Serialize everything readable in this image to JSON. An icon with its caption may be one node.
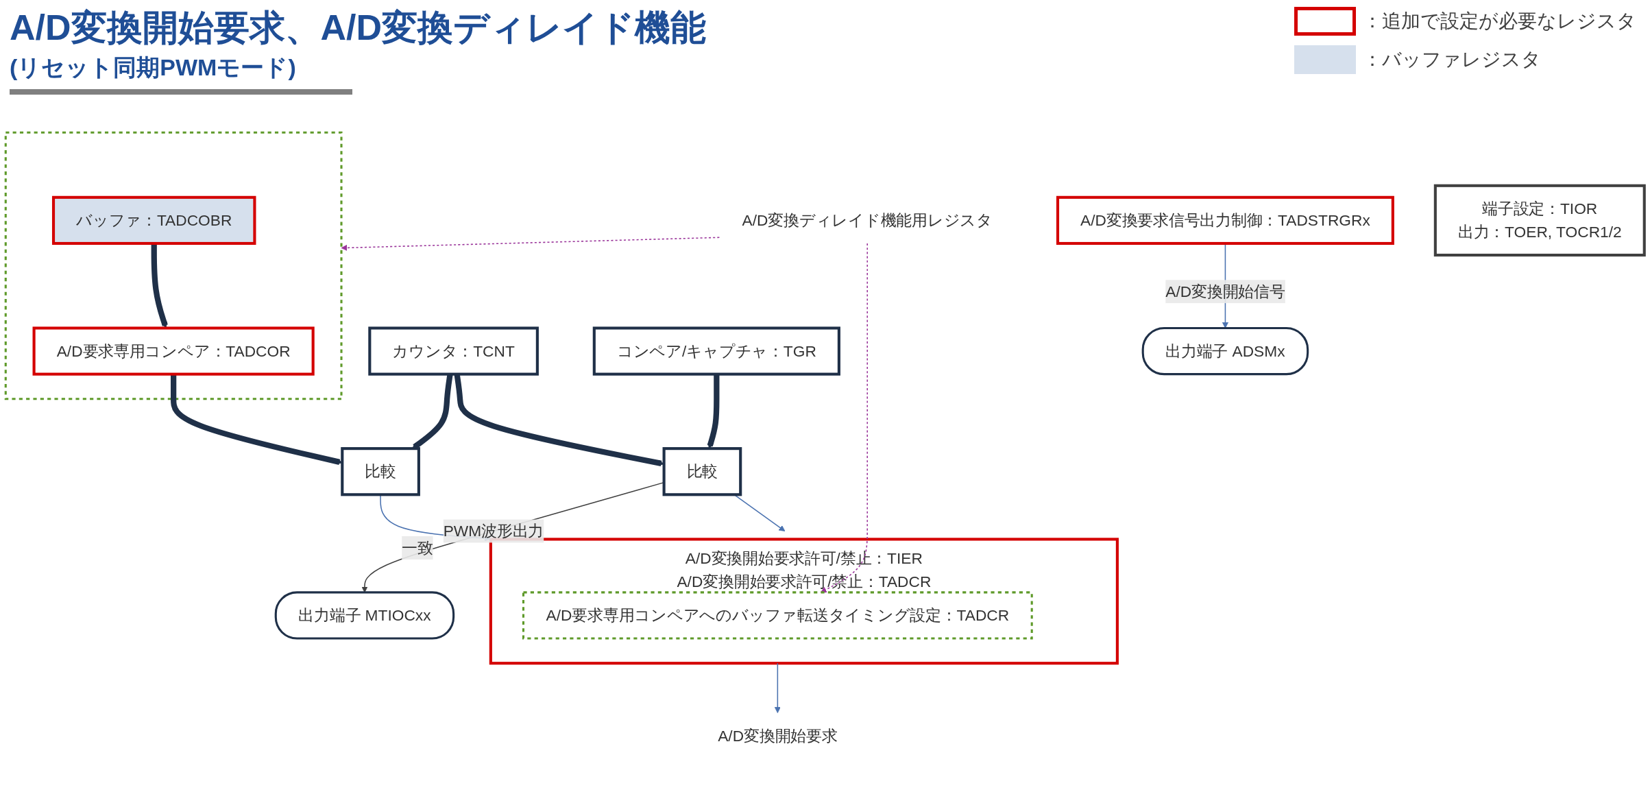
{
  "diagram": {
    "title": "A/D変換開始要求、A/D変換ディレイド機能",
    "nodes": [
      {
        "text": [
          "カウンタ：TCNT"
        ]
      },
      {
        "text": [
          "比較"
        ]
      },
      {
        "text": [
          "比較"
        ]
      },
      {
        "text": [
          "端子設定：TIOR",
          "出力：TOER, TOCR1/2"
        ]
      },
      {
        "text": [
          "出力端子 MTIOCxx"
        ]
      },
      {
        "text": [],
        "shape": "box"
      },
      {
        "text": [
          "A/D要求専用コンペア：TADCOR"
        ],
        "in": 5
      },
      {
        "text": [
          "バッファ：TADCOBR"
        ],
        "in": 5
      },
      {
        "text": [
          "コンペア/キャプチャ：TGR"
        ]
      },
      {
        "text": [
          "A/D変換ディレイド機能用レジスタ"
        ]
      },
      {
        "text": [
          "A/D変換開始要求許可/禁止：TIER",
          "A/D変換開始要求許可/禁止：TADCR"
        ]
      },
      {
        "text": [
          "A/D要求専用コンペアへのバッファ転送タイミング設定：TADCR"
        ],
        "in": 10
      },
      {
        "text": [
          "A/D変換開始要求"
        ]
      },
      {
        "text": [
          "A/D変換要求信号出力制御：TADSTRGRx"
        ]
      },
      {
        "text": [
          "出力端子 ADSMx"
        ]
      }
    ],
    "edges": [
      {
        "from": 0,
        "to": 1,
        "arrow": "to",
        "style": "thick",
        "color": "#1f3048"
      },
      {
        "from": 0,
        "to": 2,
        "arrow": "to",
        "style": "thick",
        "color": "#1f3048"
      },
      {
        "from": 6,
        "to": 1,
        "arrow": "to",
        "style": "thick",
        "color": "#1f3048"
      },
      {
        "from": 7,
        "to": 6,
        "arrow": "to",
        "style": "thick",
        "color": "#1f3048"
      },
      {
        "from": 8,
        "to": 2,
        "arrow": "to",
        "style": "thick",
        "color": "#1f3048"
      },
      {
        "from": 1,
        "to": 10,
        "arrow": "to",
        "label": "一致",
        "color": "#4a72b0"
      },
      {
        "from": 2,
        "to": 10,
        "arrow": "to",
        "color": "#4a72b0"
      },
      {
        "from": 2,
        "to": 4,
        "arrow": "to",
        "label": "PWM波形出力",
        "color": "#404040"
      },
      {
        "from": 9,
        "to": 5,
        "arrow": "to",
        "style": "dashed",
        "color": "#993399"
      },
      {
        "from": 9,
        "to": 11,
        "arrow": "to",
        "style": "dashed",
        "color": "#993399"
      },
      {
        "from": 10,
        "to": 12,
        "arrow": "to",
        "color": "#4a72b0"
      },
      {
        "from": 13,
        "to": 14,
        "arrow": "to",
        "label": "A/D変換開始信号",
        "color": "#4a72b0"
      }
    ],
    "labels": [
      "(リセット同期PWMモード)"
    ],
    "legend": [
      {
        "text": "：追加で設定が必要なレジスタ"
      },
      {
        "text": "：バッファレジスタ",
        "color": "#d6e0ed"
      }
    ]
  }
}
